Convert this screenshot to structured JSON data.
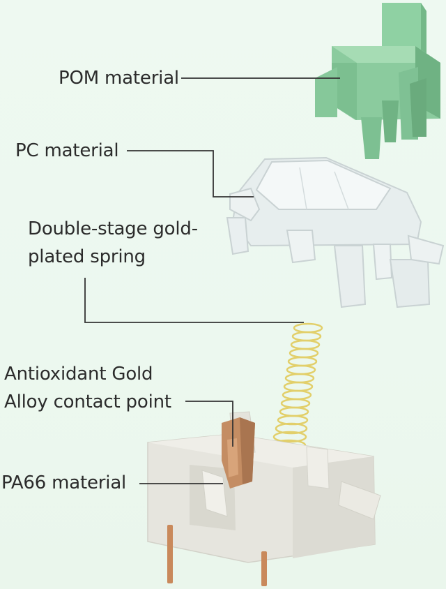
{
  "labels": {
    "pom": "POM material",
    "pc": "PC material",
    "spring_line1": "Double-stage gold-",
    "spring_line2": "plated spring",
    "contact_line1": "Antioxidant Gold",
    "contact_line2": "Alloy contact point",
    "pa66": "PA66 material"
  },
  "colors": {
    "background": "#edf8f0",
    "stem": "#86c99a",
    "top_housing": "#e4ebec",
    "spring": "#e8d77a",
    "contact": "#c8936a",
    "bottom_housing": "#e7e6df",
    "pins": "#c98a5c",
    "leader_line": "#333333"
  }
}
